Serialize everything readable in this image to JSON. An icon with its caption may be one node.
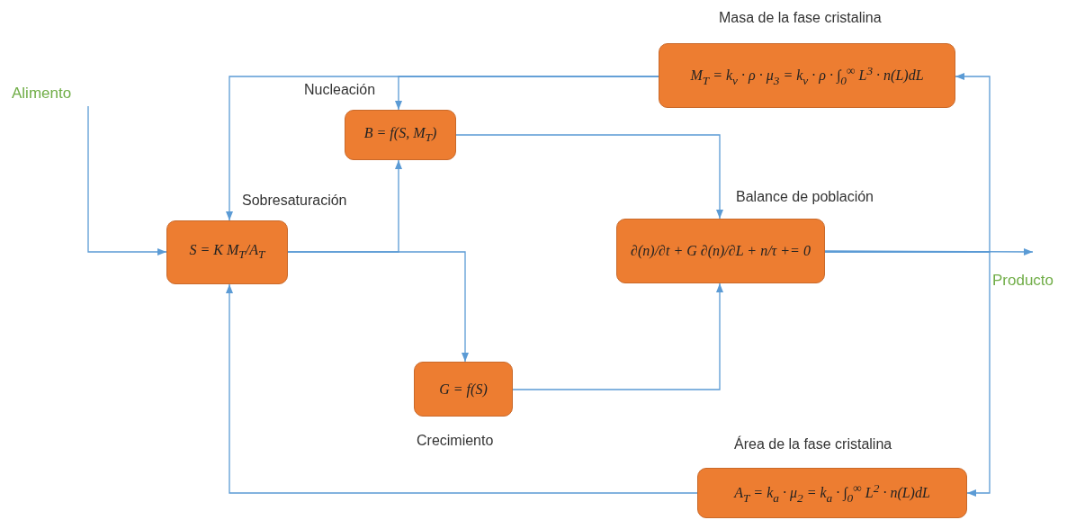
{
  "diagram": {
    "nodes": [
      {
        "text": [
          "Alimento"
        ]
      },
      {
        "text": [
          "Masa de la fase cristalina",
          "M$_{T}$ = k$_{v}$ · ρ · μ$_{3}$ = k$_{v}$ · ρ · ∫$_{0}$$^{∞}$ L$^{3}$ · n(L)dL"
        ]
      },
      {
        "text": [
          "Nucleación",
          "B = f(S, M$_{T}$)"
        ]
      },
      {
        "text": [
          "Sobresaturación",
          "S = K M$_{T}$/A$_{T}$"
        ]
      },
      {
        "text": [
          "Balance de población",
          "∂(n)/∂t + G ∂(n)/∂L + n/τ += 0"
        ]
      },
      {
        "text": [
          "G = f(S)",
          "Crecimiento"
        ]
      },
      {
        "text": [
          "Área de la fase cristalina",
          "A$_{T}$ = k$_{a}$ · μ$_{2}$ = k$_{a}$ · ∫$_{0}$$^{∞}$ L$^{2}$ · n(L)dL"
        ]
      },
      {
        "text": [
          "Producto"
        ]
      }
    ],
    "edges": [
      {
        "from": 0,
        "to": 3,
        "arrow": "to"
      },
      {
        "from": 1,
        "to": 3,
        "arrow": "to"
      },
      {
        "from": 1,
        "to": 2,
        "arrow": "to"
      },
      {
        "from": 3,
        "to": 2,
        "arrow": "to"
      },
      {
        "from": 3,
        "to": 5,
        "arrow": "to"
      },
      {
        "from": 2,
        "to": 4,
        "arrow": "to"
      },
      {
        "from": 5,
        "to": 4,
        "arrow": "to"
      },
      {
        "from": 4,
        "to": 7,
        "arrow": "to"
      },
      {
        "from": 4,
        "to": 1,
        "arrow": "to"
      },
      {
        "from": 4,
        "to": 6,
        "arrow": "to"
      },
      {
        "from": 6,
        "to": 3,
        "arrow": "to"
      }
    ]
  }
}
